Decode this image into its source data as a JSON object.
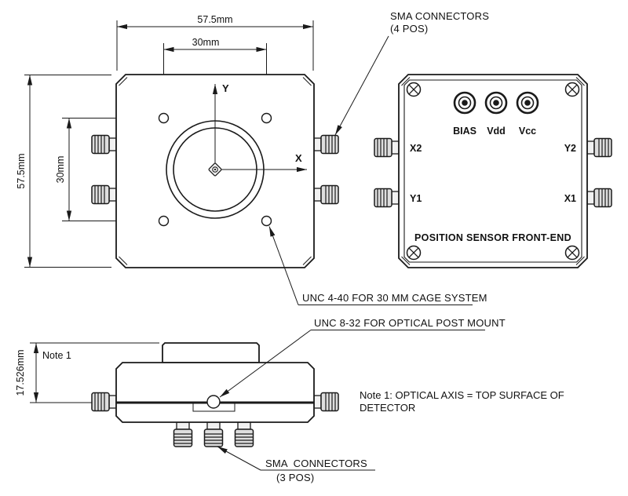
{
  "drawing": {
    "front_view": {
      "dim_top": "57.5mm",
      "dim_top_inner": "30mm",
      "dim_left": "57.5mm",
      "dim_left_inner": "30mm",
      "axis_x": "X",
      "axis_y": "Y",
      "callout_cage": "UNC 4-40 FOR 30 MM CAGE SYSTEM"
    },
    "back_view": {
      "callout_sma": {
        "line1": "SMA CONNECTORS",
        "line2": "(4 POS)"
      },
      "top_ports": [
        "BIAS",
        "Vdd",
        "Vcc"
      ],
      "ports": {
        "x2": "X2",
        "y2": "Y2",
        "y1": "Y1",
        "x1": "X1"
      },
      "panel_title": "POSITION SENSOR FRONT-END"
    },
    "side_view": {
      "dim_height": "17.526mm",
      "note_ref": "Note 1",
      "callout_post": "UNC 8-32 FOR OPTICAL POST MOUNT",
      "callout_sma": {
        "line1": "SMA  CONNECTORS",
        "line2": "(3 POS)"
      }
    },
    "notes": {
      "line1": "Note 1: OPTICAL AXIS = TOP SURFACE OF",
      "line2": "DETECTOR"
    }
  }
}
